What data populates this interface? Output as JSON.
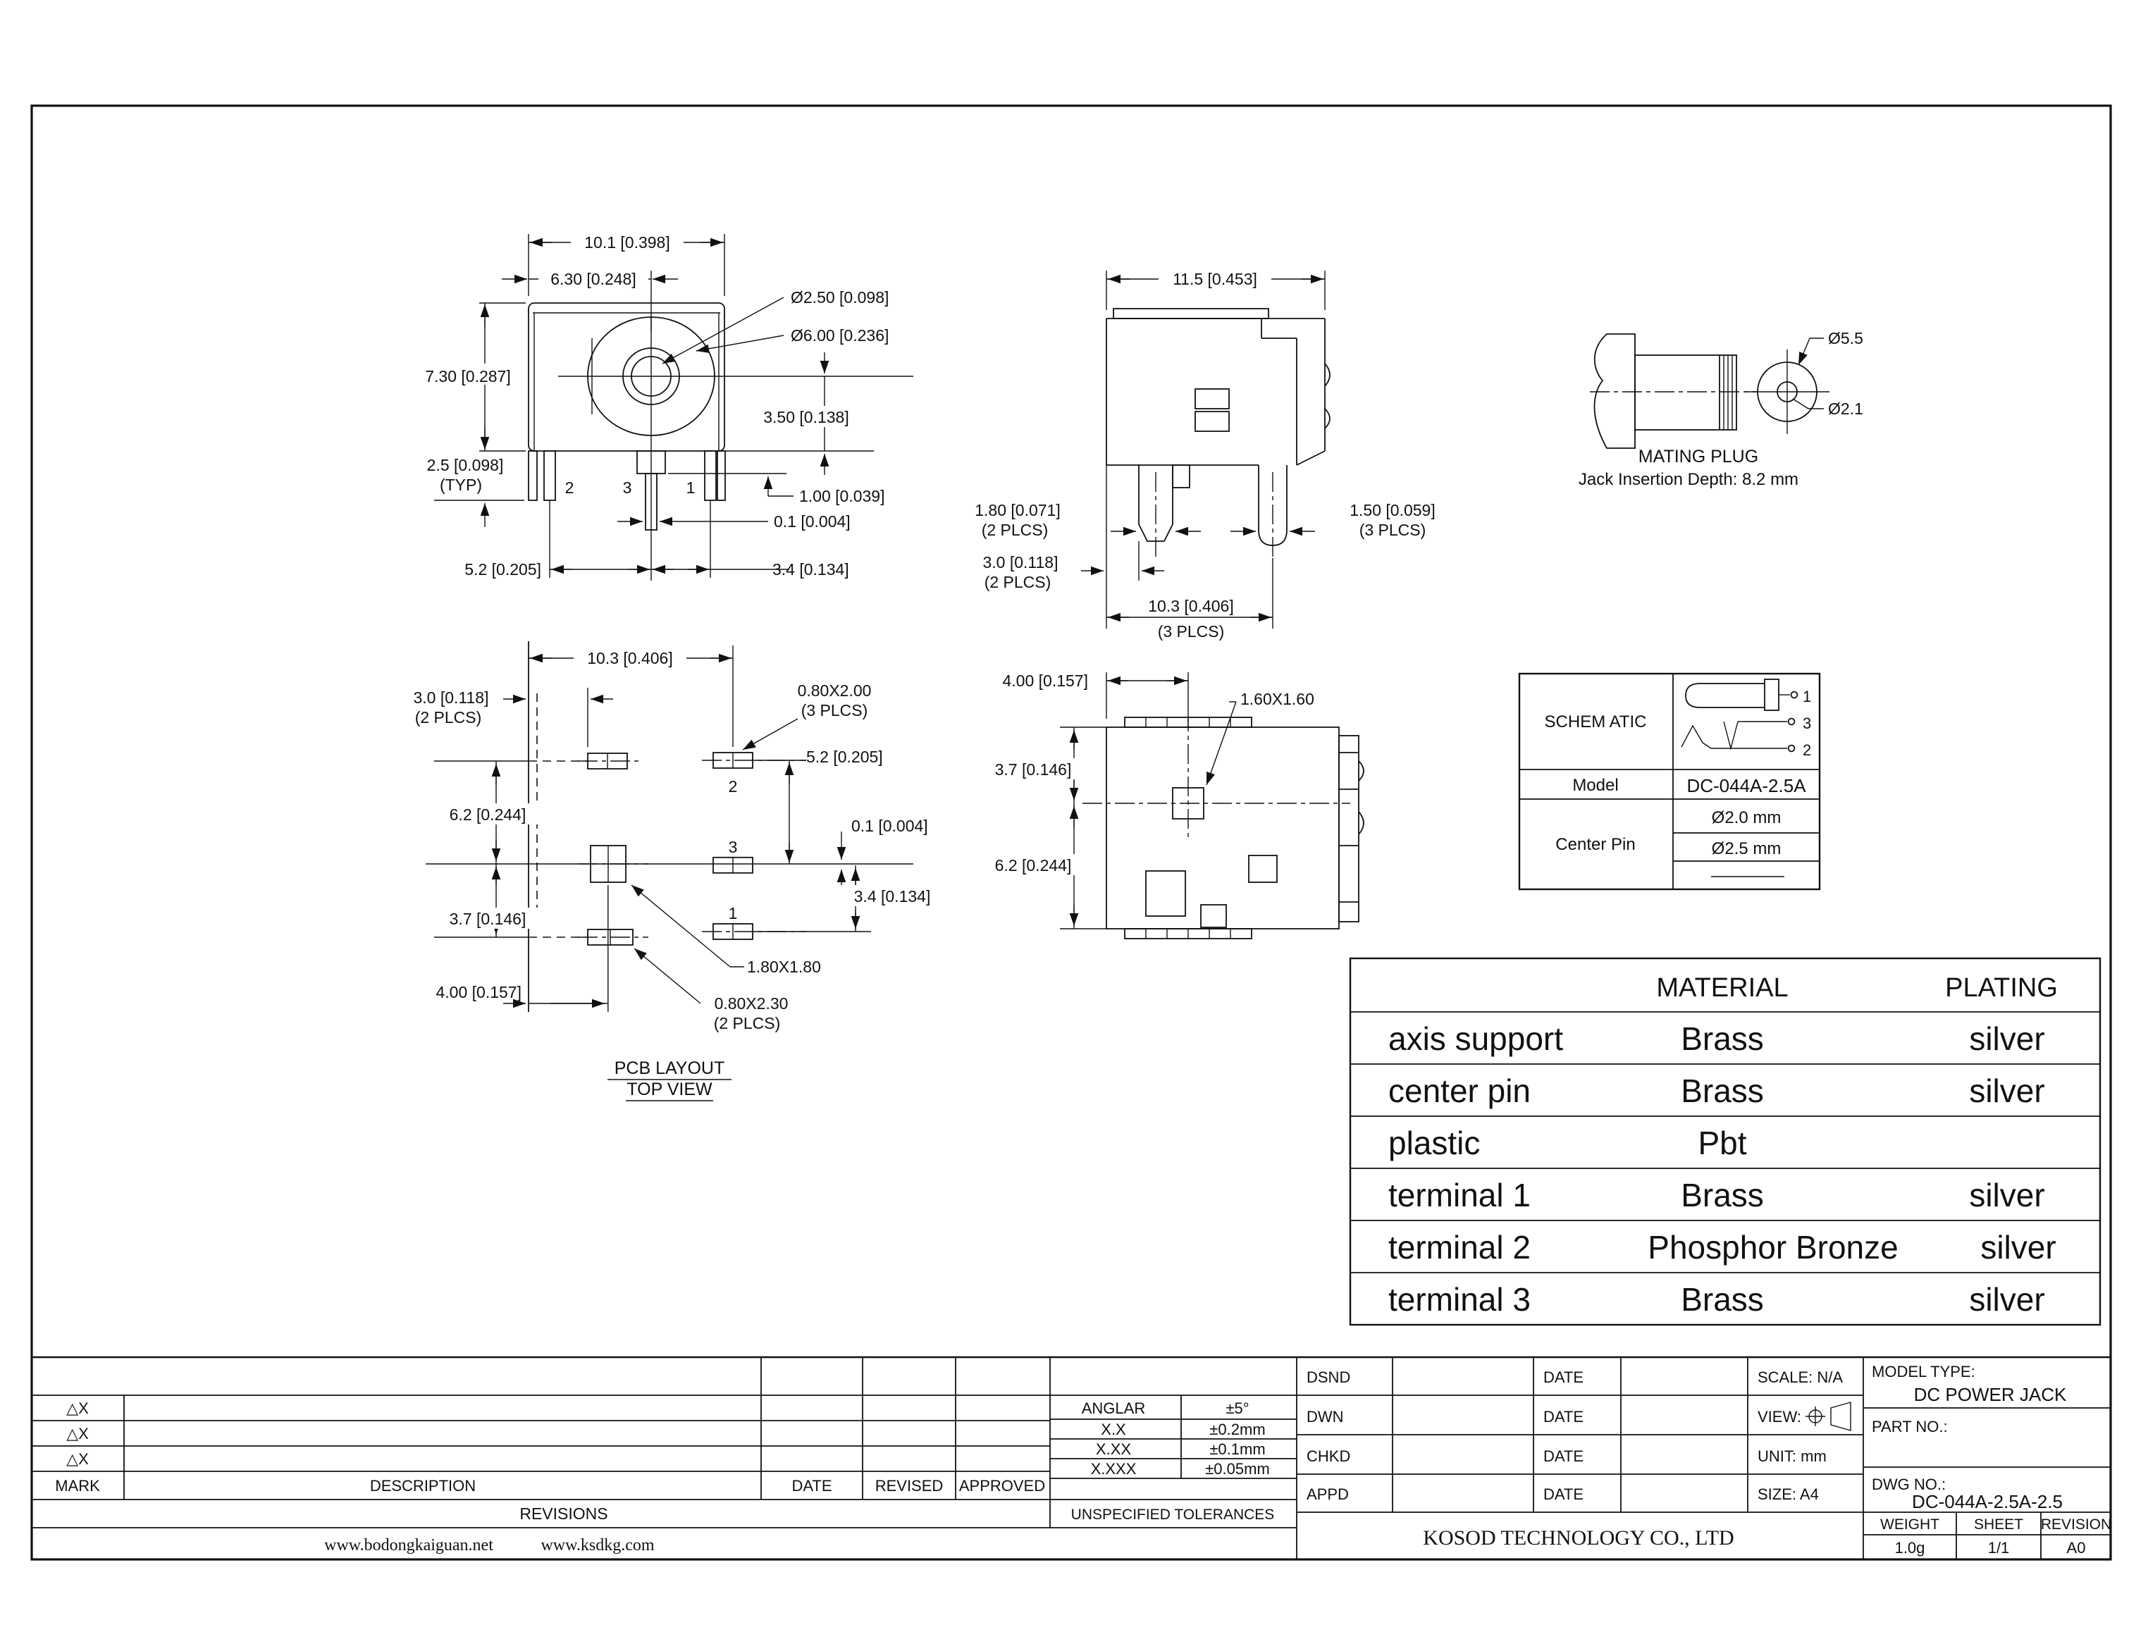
{
  "front": {
    "dim_total_width": "10.1 [0.398]",
    "dim_center_width": "6.30 [0.248]",
    "dim_inner_dia": "Ø2.50 [0.098]",
    "dim_outer_dia": "Ø6.00 [0.236]",
    "dim_height": "7.30 [0.287]",
    "dim_center_height": "3.50 [0.138]",
    "dim_pin_len": "2.5 [0.098]",
    "dim_pin_len_note": "(TYP)",
    "dim_step": "1.00 [0.039]",
    "dim_gap": "0.1 [0.004]",
    "dim_pitch_left": "5.2 [0.205]",
    "dim_pitch_right": "3.4 [0.134]",
    "pin2": "2",
    "pin3": "3",
    "pin1": "1"
  },
  "side": {
    "dim_width": "11.5 [0.453]",
    "dim_pin_front": "1.80 [0.071]",
    "dim_pin_front_note": "(2 PLCS)",
    "dim_pin_rear": "1.50 [0.059]",
    "dim_pin_rear_note": "(3 PLCS)",
    "dim_offset": "3.0 [0.118]",
    "dim_offset_note": "(2 PLCS)",
    "dim_pitch": "10.3 [0.406]",
    "dim_pitch_note": "(3 PLCS)"
  },
  "plug": {
    "dia_outer": "Ø5.5",
    "dia_inner": "Ø2.1",
    "title": "MATING PLUG",
    "note": "Jack Insertion Depth: 8.2 mm"
  },
  "pcb": {
    "dim_pitch": "10.3 [0.406]",
    "dim_offset": "3.0 [0.118]",
    "dim_offset_note": "(2 PLCS)",
    "slot_a": "0.80X2.00",
    "slot_a_note": "(3 PLCS)",
    "dim_p2": "5.2 [0.205]",
    "dim_row_top": "6.2 [0.244]",
    "dim_gap": "0.1 [0.004]",
    "dim_row_bottom": "3.7 [0.146]",
    "dim_p1": "3.4 [0.134]",
    "slot_center": "1.80X1.80",
    "dim_left": "4.00 [0.157]",
    "slot_b": "0.80X2.30",
    "slot_b_note": "(2 PLCS)",
    "caption_line1": "PCB LAYOUT",
    "caption_line2": "TOP VIEW",
    "pin2": "2",
    "pin3": "3",
    "pin1": "1"
  },
  "bottom": {
    "dim_x": "4.00 [0.157]",
    "pad": "1.60X1.60",
    "dim_top": "3.7 [0.146]",
    "dim_bottom": "6.2 [0.244]"
  },
  "schematic": {
    "title": "SCHEM ATIC",
    "model_label": "Model",
    "model_value": "DC-044A-2.5A",
    "center_pin_label": "Center Pin",
    "pin_2_0": "Ø2.0 mm",
    "pin_2_5": "Ø2.5 mm",
    "t1": "1",
    "t2": "2",
    "t3": "3"
  },
  "materials": {
    "col_material": "MATERIAL",
    "col_plating": "PLATING",
    "rows": [
      {
        "part": "axis support",
        "material": "Brass",
        "plating": "silver"
      },
      {
        "part": "center pin",
        "material": "Brass",
        "plating": "silver"
      },
      {
        "part": "plastic",
        "material": "Pbt",
        "plating": ""
      },
      {
        "part": "terminal 1",
        "material": "Brass",
        "plating": "silver"
      },
      {
        "part": "terminal 2",
        "material": "Phosphor Bronze",
        "plating": "silver"
      },
      {
        "part": "terminal 3",
        "material": "Brass",
        "plating": "silver"
      }
    ]
  },
  "revisions": {
    "marks": [
      "△X",
      "△X",
      "△X"
    ],
    "mark": "MARK",
    "description": "DESCRIPTION",
    "date": "DATE",
    "revised": "REVISED",
    "approved": "APPROVED",
    "title": "REVISIONS",
    "site1": "www.bodongkaiguan.net",
    "site2": "www.ksdkg.com"
  },
  "tol": {
    "title": "UNSPECIFIED TOLERANCES",
    "rows": [
      {
        "label": "ANGLAR",
        "value": "±5°"
      },
      {
        "label": "X.X",
        "value": "±0.2mm"
      },
      {
        "label": "X.XX",
        "value": "±0.1mm"
      },
      {
        "label": "X.XXX",
        "value": "±0.05mm"
      }
    ]
  },
  "tb": {
    "dsnd": "DSND",
    "dwn": "DWN",
    "chkd": "CHKD",
    "appd": "APPD",
    "date": "DATE",
    "scale": "SCALE: N/A",
    "view": "VIEW:",
    "unit": "UNIT: mm",
    "size": "SIZE: A4",
    "model_type_label": "MODEL TYPE:",
    "model_type": "DC POWER JACK",
    "part_no_label": "PART NO.:",
    "dwg_no_label": "DWG NO.:",
    "dwg_no": "DC-044A-2.5A-2.5",
    "company": "KOSOD TECHNOLOGY CO., LTD",
    "weight_label": "WEIGHT",
    "weight": "1.0g",
    "sheet_label": "SHEET",
    "sheet": "1/1",
    "revision_label": "REVISION",
    "revision": "A0"
  }
}
